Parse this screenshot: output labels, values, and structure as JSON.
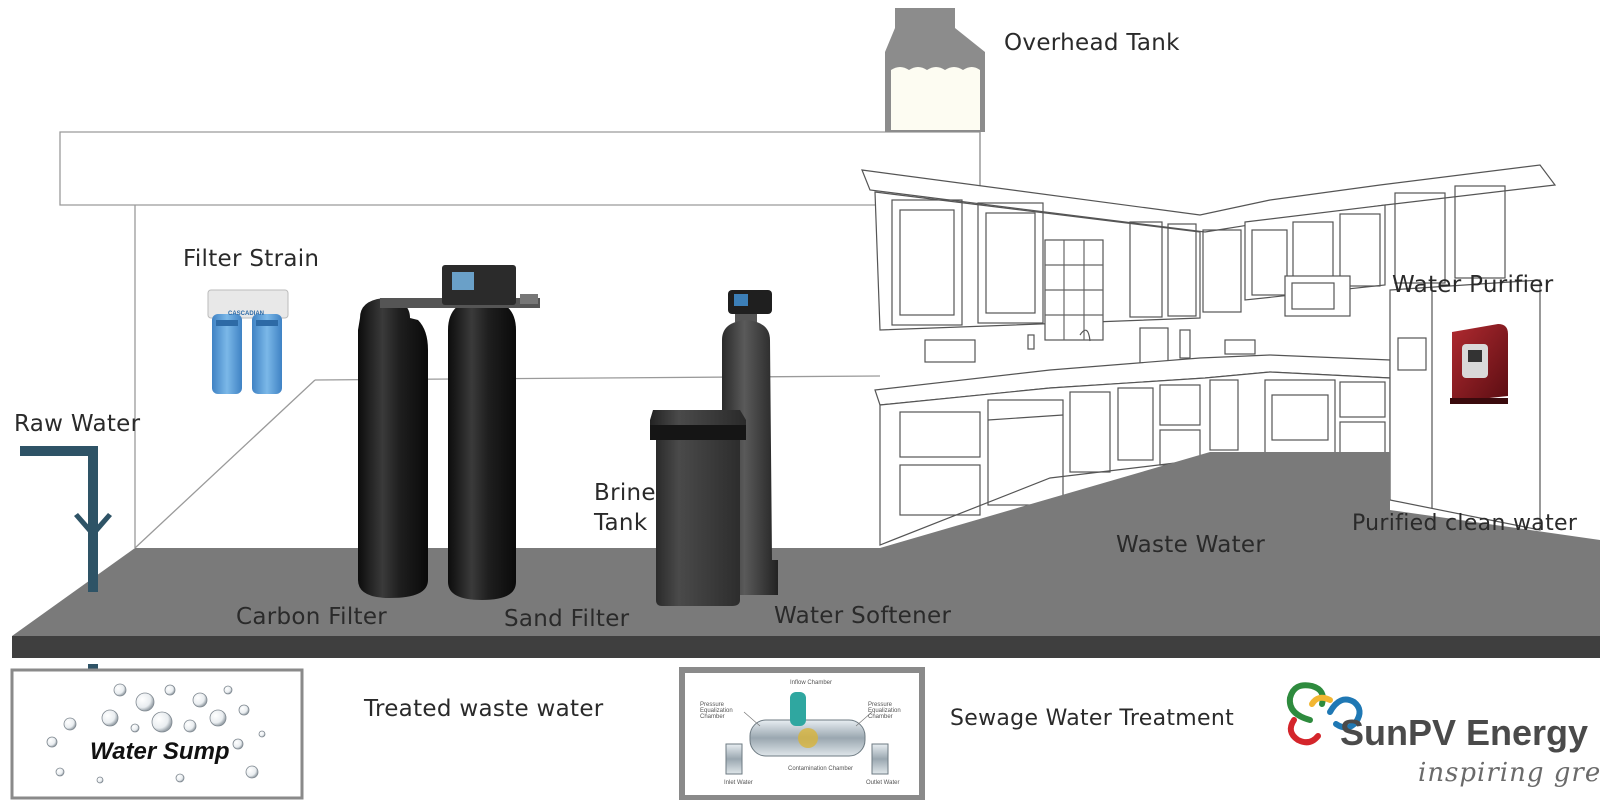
{
  "labels": {
    "overhead_tank": "Overhead Tank",
    "filter_strain": "Filter Strain",
    "raw_water": "Raw Water",
    "brine_tank_line1": "Brine",
    "brine_tank_line2": "Tank",
    "carbon_filter": "Carbon Filter",
    "sand_filter": "Sand Filter",
    "water_softener": "Water Softener",
    "waste_water": "Waste Water",
    "water_purifier": "Water Purifier",
    "purified_clean_water": "Purified clean water",
    "treated_waste_water": "Treated waste water",
    "sewage_water_treatment": "Sewage Water Treatment",
    "water_sump": "Water Sump"
  },
  "cartridge_brand": "CASCADIAN",
  "sewage_unit_labels": {
    "top": "Inflow Chamber",
    "left_chamber": "Pressure Equalization Chamber",
    "right_chamber": "Pressure Equalization Chamber",
    "center": "Contamination Chamber",
    "inlet": "Inlet Water",
    "outlet": "Outlet Water"
  },
  "brand": {
    "name": "SunPV Energy",
    "tagline": "inspiring green",
    "logo_colors": [
      "#2e8b3e",
      "#d4252b",
      "#f2b632",
      "#1f78b4"
    ]
  },
  "colors": {
    "floor": "#7a7a7a",
    "floor_edge": "#3f3f3f",
    "pipe": "#2e5366",
    "filter_blue": "#5b9fd6",
    "tank_black": "#1c1c1c",
    "purifier_red": "#8c1a1f"
  }
}
